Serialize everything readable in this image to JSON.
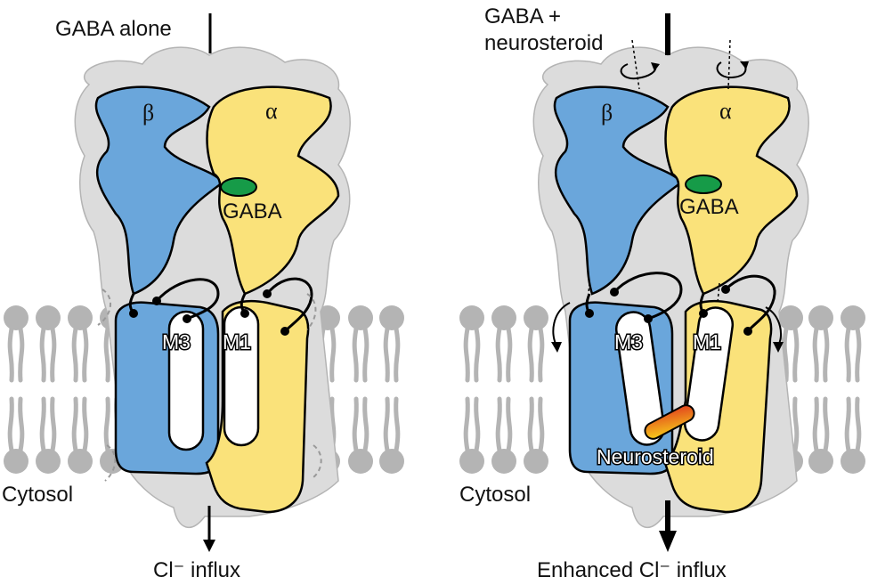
{
  "colors": {
    "beta": "#6aa6db",
    "alpha": "#fae27a",
    "membrane_shadow": "#dcdcdc",
    "lipid": "#b4b4b4",
    "gaba": "#169b48",
    "neurosteroid_start": "#f7d21a",
    "neurosteroid_end": "#e13c1e"
  },
  "left_panel": {
    "title": "GABA alone",
    "beta_label": "β",
    "alpha_label": "α",
    "gaba_label": "GABA",
    "m3_label": "M3",
    "m1_label": "M1",
    "cytosol_label": "Cytosol",
    "flux_label": "Cl⁻ influx"
  },
  "right_panel": {
    "title_line1": "GABA +",
    "title_line2": "neurosteroid",
    "beta_label": "β",
    "alpha_label": "α",
    "gaba_label": "GABA",
    "m3_label": "M3",
    "m1_label": "M1",
    "neurosteroid_label": "Neurosteroid",
    "cytosol_label": "Cytosol",
    "flux_label": "Enhanced Cl⁻ influx"
  }
}
